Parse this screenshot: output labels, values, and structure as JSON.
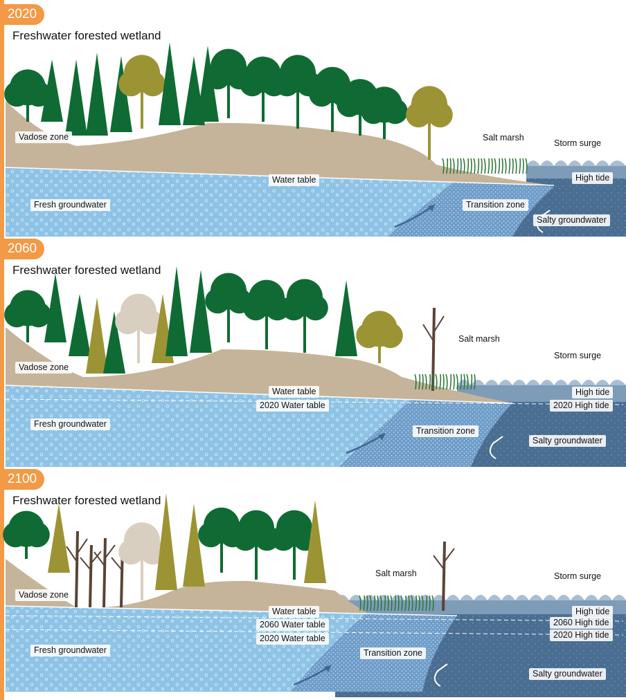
{
  "panels": [
    {
      "year": "2020",
      "title": "Freshwater forested wetland",
      "labels": {
        "vadose": "Vadose zone",
        "salt_marsh": "Salt marsh",
        "storm_surge": "Storm surge",
        "water_table": "Water table",
        "high_tide": "High tide",
        "fresh_groundwater": "Fresh groundwater",
        "transition_zone": "Transition zone",
        "salty_groundwater": "Salty groundwater"
      }
    },
    {
      "year": "2060",
      "title": "Freshwater forested wetland",
      "labels": {
        "vadose": "Vadose zone",
        "salt_marsh": "Salt marsh",
        "storm_surge": "Storm surge",
        "water_table": "Water table",
        "water_table_2020": "2020 Water table",
        "high_tide": "High tide",
        "high_tide_2020": "2020 High tide",
        "fresh_groundwater": "Fresh groundwater",
        "transition_zone": "Transition zone",
        "salty_groundwater": "Salty groundwater"
      }
    },
    {
      "year": "2100",
      "title": "Freshwater forested wetland",
      "labels": {
        "vadose": "Vadose zone",
        "salt_marsh": "Salt marsh",
        "storm_surge": "Storm surge",
        "water_table": "Water table",
        "water_table_2060": "2060 Water table",
        "water_table_2020": "2020 Water table",
        "high_tide": "High tide",
        "high_tide_2060": "2060 High tide",
        "high_tide_2020": "2020 High tide",
        "fresh_groundwater": "Fresh groundwater",
        "transition_zone": "Transition zone",
        "salty_groundwater": "Salty groundwater"
      }
    }
  ],
  "colors": {
    "accent_orange": "#f29a45",
    "soil": "#c5b49a",
    "fresh_water": "#8ec3e6",
    "transition": "#6f9dc9",
    "salty": "#4a6e92",
    "sea_light": "#a9bed3",
    "tree_green": "#0f6b33",
    "tree_olive": "#9c9434",
    "dead_tree": "#5a4336",
    "pale_tree": "#d9cfc0"
  },
  "icons": [
    "conifer-tree-icon",
    "deciduous-tree-icon",
    "dead-tree-icon",
    "marsh-grass-icon",
    "flow-arrow-icon",
    "swirl-arrow-icon"
  ]
}
